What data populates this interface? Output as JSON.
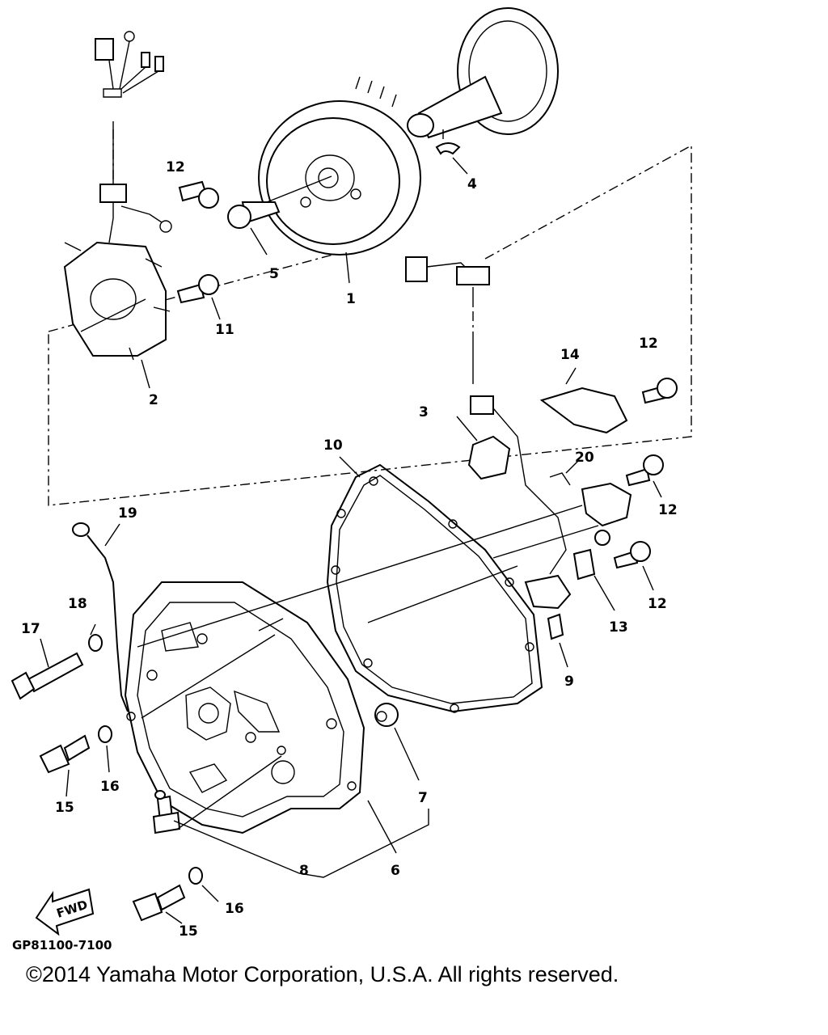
{
  "diagram": {
    "code": "GP81100-7100",
    "fwd": "FWD",
    "labels": {
      "p1": "1",
      "p2": "2",
      "p3": "3",
      "p4": "4",
      "p5": "5",
      "p6": "6",
      "p7": "7",
      "p8": "8",
      "p9": "9",
      "p10": "10",
      "p11": "11",
      "p12a": "12",
      "p12b": "12",
      "p12c": "12",
      "p12d": "12",
      "p13": "13",
      "p14": "14",
      "p15a": "15",
      "p15b": "15",
      "p16a": "16",
      "p16b": "16",
      "p17": "17",
      "p18": "18",
      "p19": "19",
      "p20": "20"
    }
  },
  "footer": {
    "copyright": "©2014 Yamaha Motor Corporation, U.S.A. All rights reserved."
  }
}
